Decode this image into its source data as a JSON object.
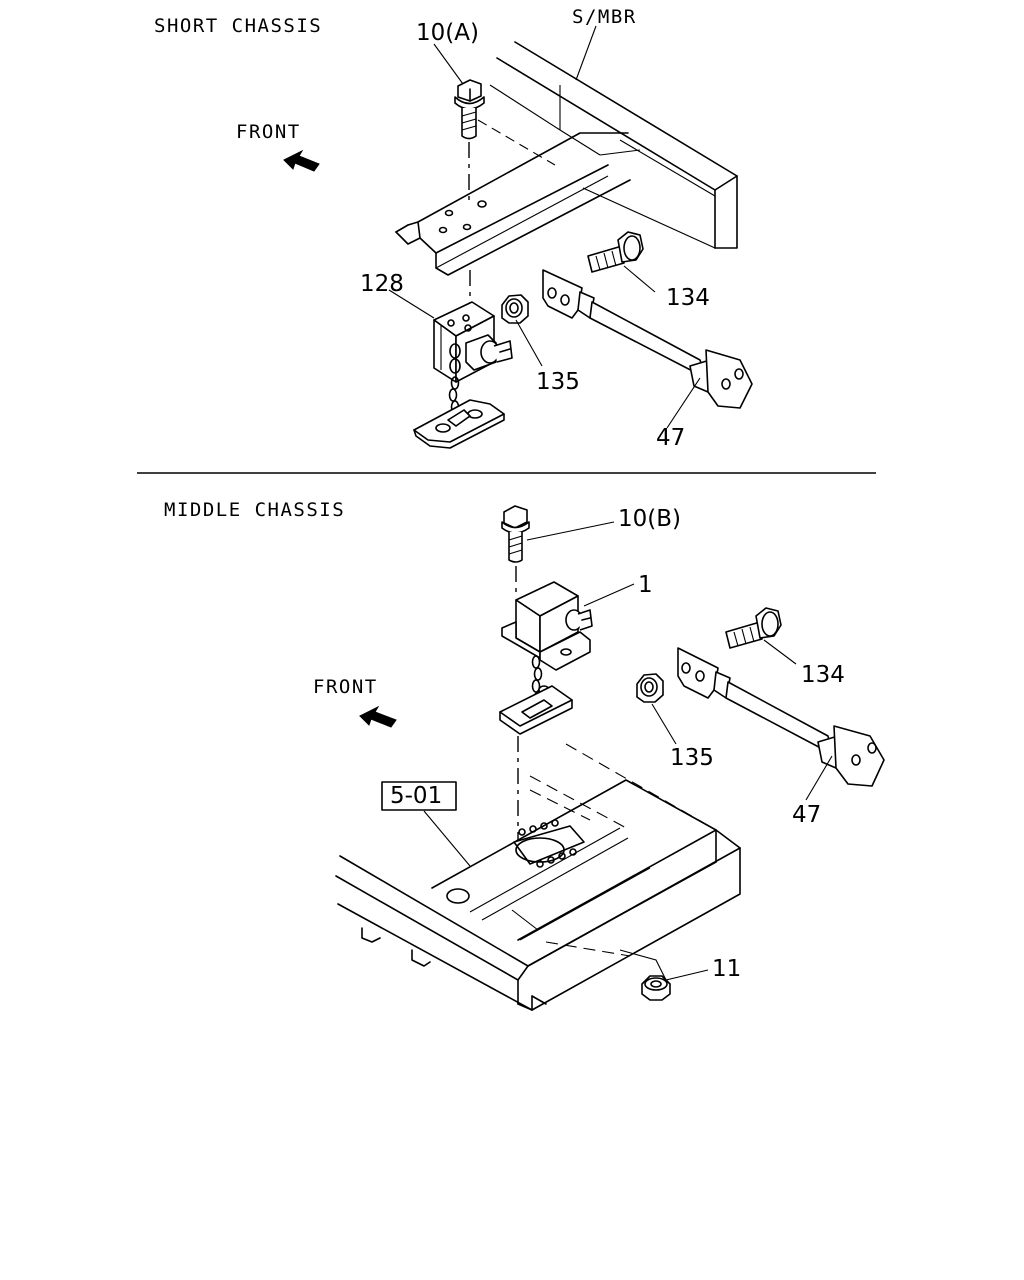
{
  "sections": {
    "short": {
      "title": "SHORT CHASSIS",
      "front": "FRONT",
      "member": "S/MBR",
      "callouts": {
        "bolt": "10(A)",
        "switch": "128",
        "bolt_side": "134",
        "nut": "135",
        "link": "47"
      }
    },
    "middle": {
      "title": "MIDDLE CHASSIS",
      "front": "FRONT",
      "callouts": {
        "bolt": "10(B)",
        "switch": "1",
        "bolt_side": "134",
        "nut": "135",
        "link": "47",
        "frame_ref": "5-01",
        "frame_nut": "11"
      }
    }
  }
}
